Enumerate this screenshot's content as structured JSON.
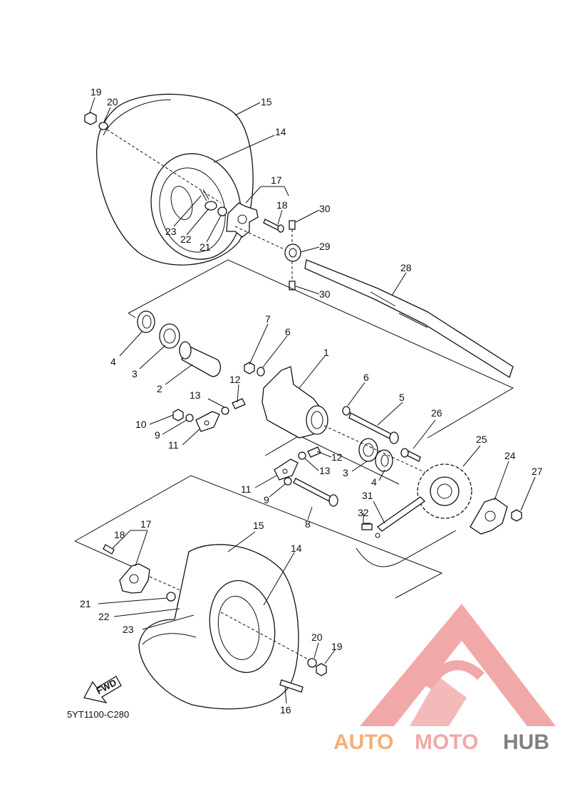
{
  "diagram": {
    "code": "5YT1100-C280",
    "fwd_label": "FWD",
    "parts": {
      "p1": "1",
      "p2": "2",
      "p3a": "3",
      "p3b": "3",
      "p4a": "4",
      "p4b": "4",
      "p5": "5",
      "p6a": "6",
      "p6b": "6",
      "p7": "7",
      "p8": "8",
      "p9a": "9",
      "p9b": "9",
      "p10": "10",
      "p11a": "11",
      "p11b": "11",
      "p12a": "12",
      "p12b": "12",
      "p13a": "13",
      "p13b": "13",
      "p14a": "14",
      "p14b": "14",
      "p15a": "15",
      "p15b": "15",
      "p16": "16",
      "p17a": "17",
      "p17b": "17",
      "p18a": "18",
      "p18b": "18",
      "p19a": "19",
      "p19b": "19",
      "p20a": "20",
      "p20b": "20",
      "p21a": "21",
      "p21b": "21",
      "p22a": "22",
      "p22b": "22",
      "p23a": "23",
      "p23b": "23",
      "p24": "24",
      "p25": "25",
      "p26": "26",
      "p27": "27",
      "p28": "28",
      "p29": "29",
      "p30a": "30",
      "p30b": "30",
      "p31": "31",
      "p32": "32"
    }
  },
  "watermark": {
    "part1": "AUTO",
    "part2": "MOTO",
    "part3": "HUB",
    "colors": {
      "accent": "#f4a261",
      "brand": "#ef9a9a",
      "dark": "#6b6b6b"
    }
  }
}
